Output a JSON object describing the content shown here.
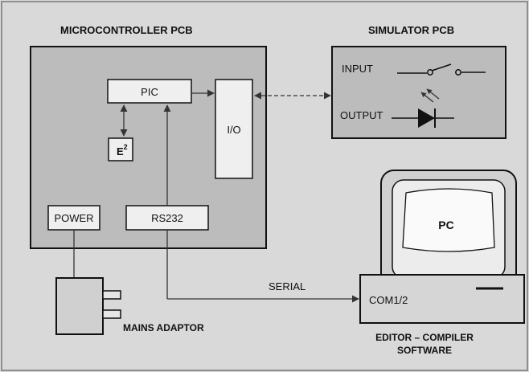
{
  "microcontroller": {
    "title": "MICROCONTROLLER PCB",
    "pic": "PIC",
    "eeprom_base": "E",
    "eeprom_sup": "2",
    "io": "I/O",
    "power": "POWER",
    "rs232": "RS232"
  },
  "simulator": {
    "title": "SIMULATOR PCB",
    "input": "INPUT",
    "output": "OUTPUT"
  },
  "pc": {
    "screen_label": "PC",
    "port_label": "COM1/2",
    "software_line1": "EDITOR – COMPILER",
    "software_line2": "SOFTWARE"
  },
  "links": {
    "serial": "SERIAL"
  },
  "adaptor": {
    "label": "MAINS ADAPTOR"
  },
  "colors": {
    "background": "#d9d9d9",
    "board": "#bcbcbc",
    "block": "#efefef",
    "ink": "#111111"
  }
}
